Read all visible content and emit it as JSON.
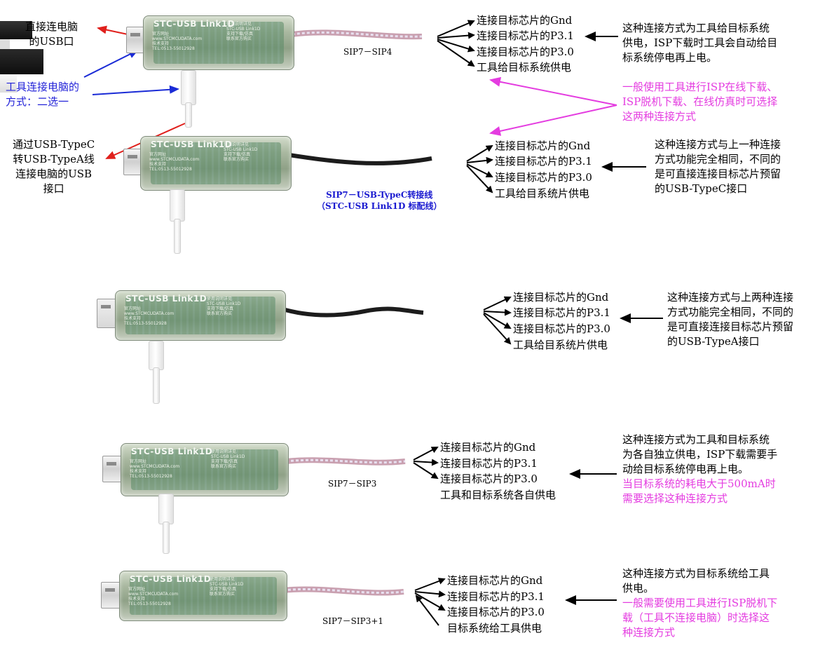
{
  "pc_direct": [
    "直接连电脑",
    "的USB口"
  ],
  "pc_choice": [
    "工具连接电脑的",
    "方式：二选一"
  ],
  "typec_to_a": [
    "通过USB-TypeC",
    "转USB-TypeA线",
    "连接电脑的USB",
    "接口"
  ],
  "device_title": "STC-USB Link1D",
  "device_small_text": "官方网址\nwww.STCMCUDATA.com\n技术支持\nTEL:0513-55012928",
  "device_right_text": "使用说明详见\nSTC-USB Link1D\n支持下载/仿真\n联系官方购买",
  "section1": {
    "labels": [
      "连接目标芯片的Gnd",
      "连接目标芯片的P3.1",
      "连接目标芯片的P3.0",
      "工具给目标系统供电"
    ],
    "caption": "SIP7－SIP4",
    "desc": [
      "这种连接方式为工具给目标系统",
      "供电，ISP下载时工具会自动给目",
      "标系统停电再上电。"
    ]
  },
  "magenta_note": [
    "一般使用工具进行ISP在线下载、",
    "ISP脱机下载、在线仿真时可选择",
    "这两种连接方式"
  ],
  "section2": {
    "labels": [
      "连接目标芯片的Gnd",
      "连接目标芯片的P3.1",
      "连接目标芯片的P3.0",
      "工具给目系统片供电"
    ],
    "caption": [
      "SIP7－USB-TypeC转接线",
      "（STC-USB Link1D 标配线）"
    ],
    "desc": [
      "这种连接方式与上一种连接",
      "方式功能完全相同，不同的",
      "是可直接连接目标芯片预留",
      "的USB-TypeC接口"
    ]
  },
  "section3": {
    "labels": [
      "连接目标芯片的Gnd",
      "连接目标芯片的P3.1",
      "连接目标芯片的P3.0",
      "工具给目系统片供电"
    ],
    "desc": [
      "这种连接方式与上两种连接",
      "方式功能完全相同，不同的",
      "是可直接连接目标芯片预留",
      "的USB-TypeA接口"
    ]
  },
  "section4": {
    "labels": [
      "连接目标芯片的Gnd",
      "连接目标芯片的P3.1",
      "连接目标芯片的P3.0",
      "工具和目标系统各自供电"
    ],
    "caption": "SIP7－SIP3",
    "desc": [
      "这种连接方式为工具和目标系统",
      "为各自独立供电，ISP下载需要手",
      "动给目标系统停电再上电。"
    ],
    "desc_magenta": [
      "当目标系统的耗电大于500mA时",
      "需要选择这种连接方式"
    ]
  },
  "section5": {
    "labels": [
      "连接目标芯片的Gnd",
      "连接目标芯片的P3.1",
      "连接目标芯片的P3.0",
      "目标系统给工具供电"
    ],
    "caption": "SIP7－SIP3+1",
    "desc": [
      "这种连接方式为目标系统给工具",
      "供电。"
    ],
    "desc_magenta": [
      "一般需要使用工具进行ISP脱机下",
      "载（工具不连接电脑）时选择这",
      "种连接方式"
    ]
  },
  "colors": {
    "red_arrow": "#e0201c",
    "blue_arrow": "#1a2bd6",
    "magenta": "#e43ce0",
    "black": "#000000"
  }
}
